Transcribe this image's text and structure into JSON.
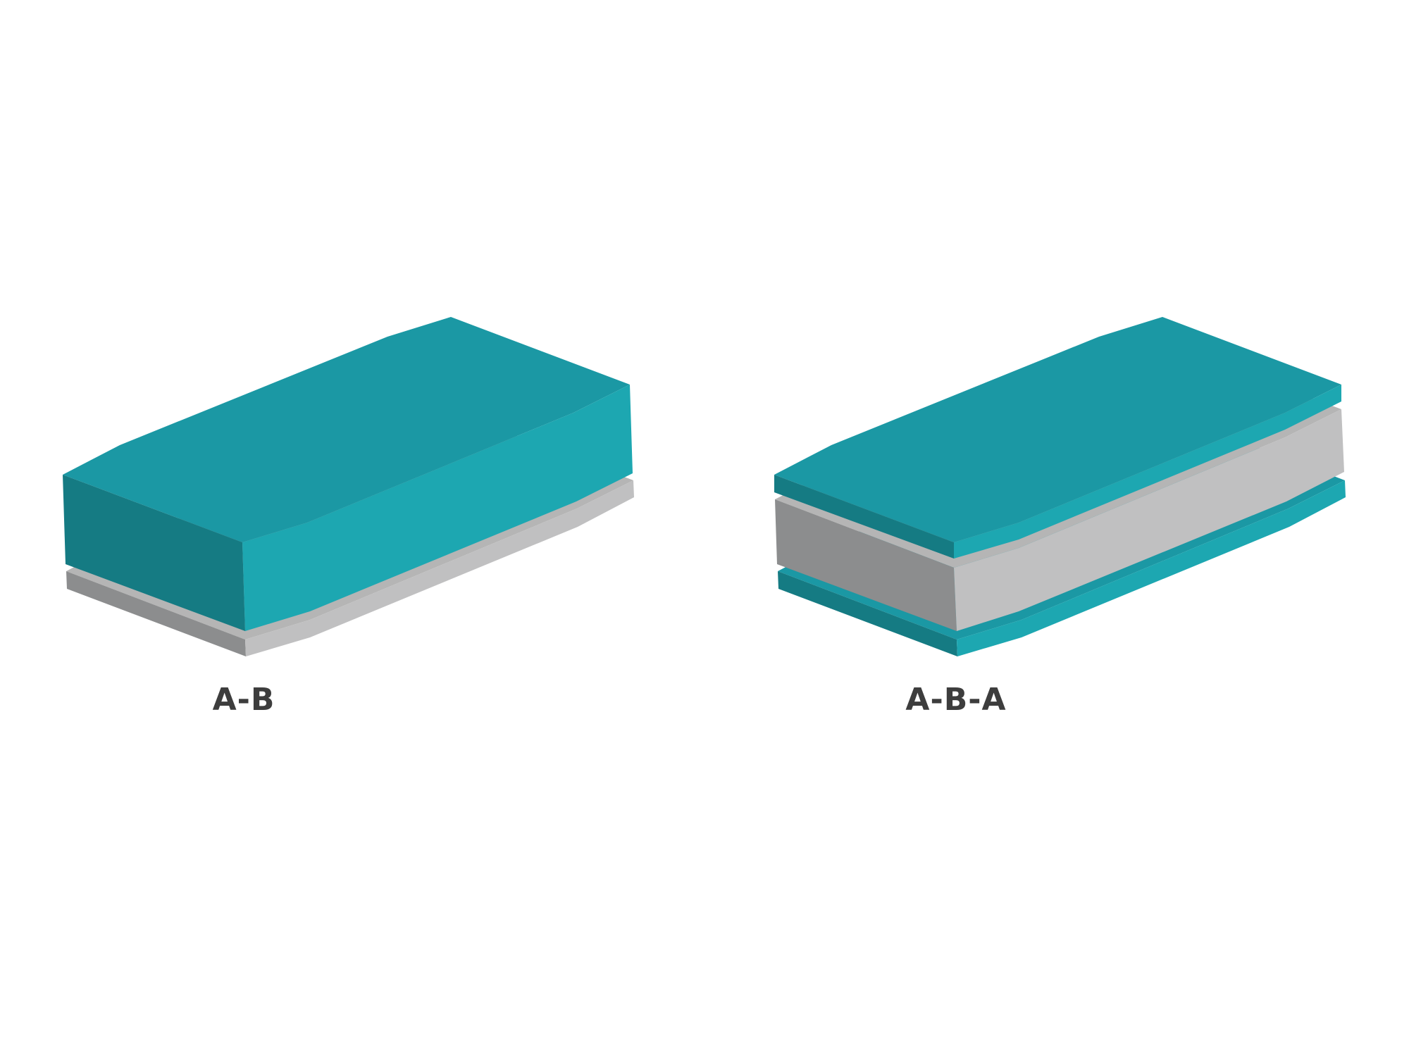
{
  "diagrams": [
    {
      "label": "A-B",
      "layers": [
        "A",
        "B"
      ]
    },
    {
      "label": "A-B-A",
      "layers": [
        "A",
        "B",
        "A"
      ]
    }
  ],
  "colors": {
    "A_top": "#1b98a4",
    "A_right": "#1da7b1",
    "A_left": "#157b83",
    "B_top": "#b5b5b5",
    "B_right": "#c0c0c1",
    "B_left": "#8c8d8e",
    "label": "#3d3d3d"
  }
}
